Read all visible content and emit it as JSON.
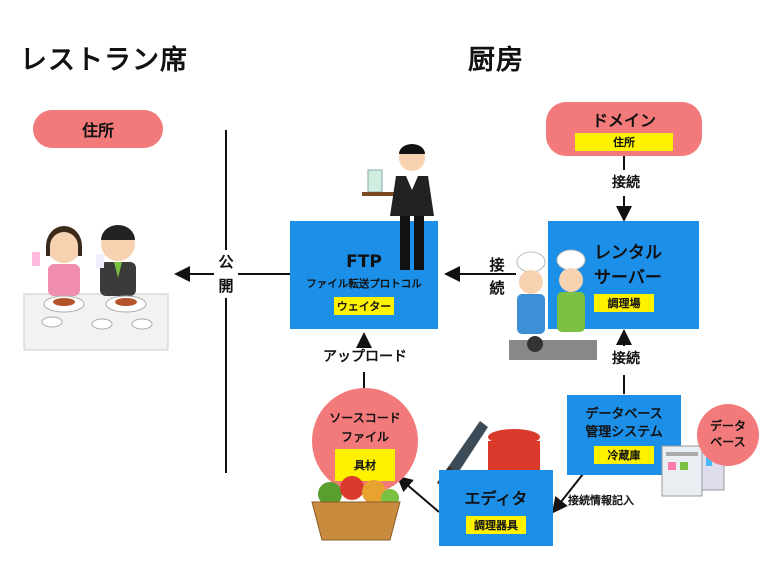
{
  "left_title": "レストラン席",
  "right_title": "厨房",
  "address_pill": "住所",
  "publish_label": "公\n開",
  "domain": {
    "label": "ドメイン",
    "tag": "住所"
  },
  "connect_label_v": "接続",
  "connect_label_h": "接\n続",
  "ftp": {
    "title": "FTP",
    "subtitle": "ファイル転送プロトコル",
    "tag": "ウェイター"
  },
  "rental": {
    "title": "レンタル\nサーバー",
    "tag": "調理場"
  },
  "upload_label": "アップロード",
  "connect_label_db": "接続",
  "database": {
    "title": "データベース\n管理システム",
    "tag": "冷蔵庫"
  },
  "data_circle": "データ\nベース",
  "source": {
    "title": "ソースコード\nファイル",
    "tag": "具材"
  },
  "editor": {
    "title": "エディタ",
    "tag": "調理器具"
  },
  "conn_info_label": "接続情報記入",
  "colors": {
    "pink": "#f37a7a",
    "blue": "#1c8fe8",
    "yellow": "#fff200"
  }
}
